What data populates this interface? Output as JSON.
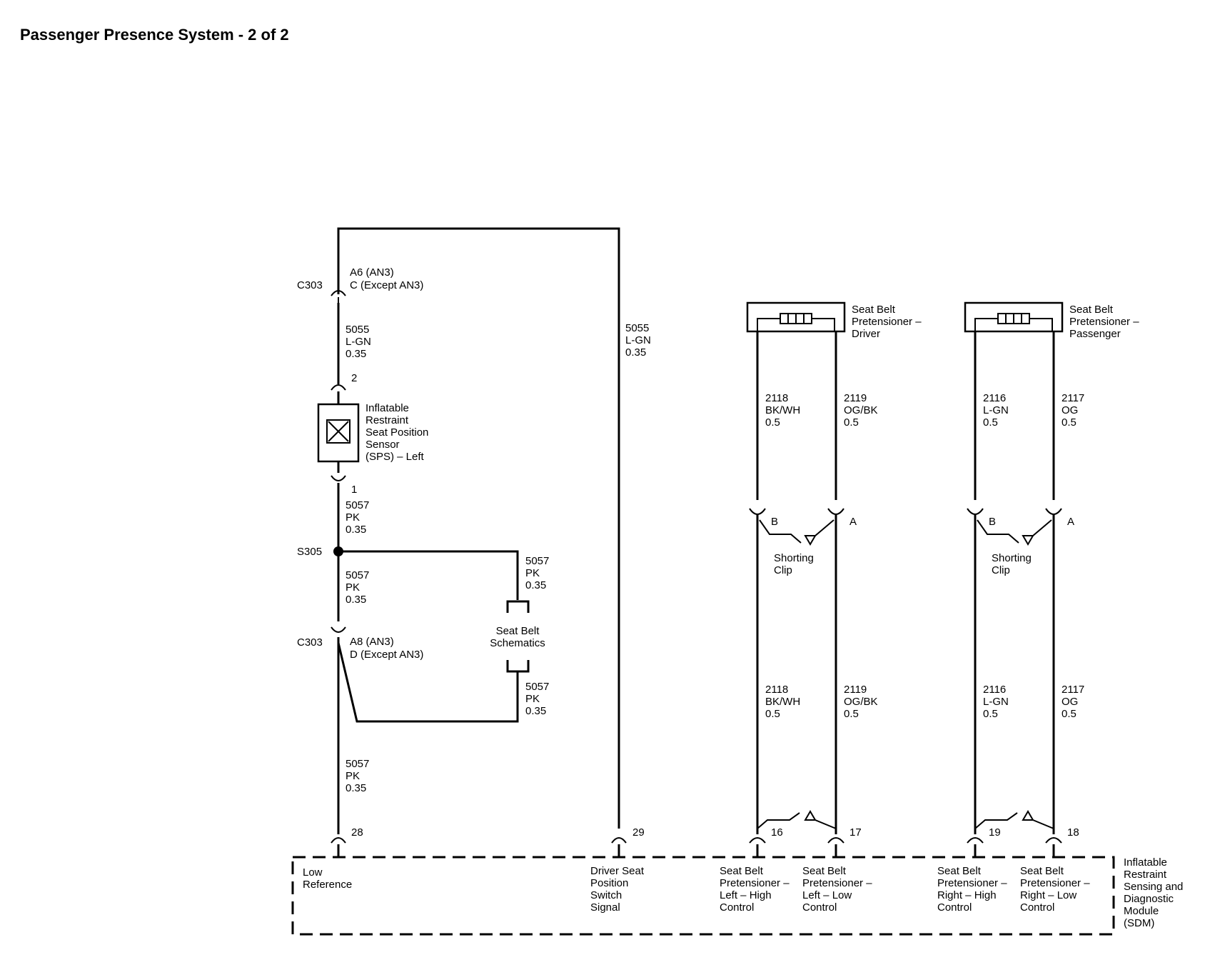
{
  "title": "Passenger Presence System - 2 of 2",
  "left_circuit": {
    "c303_top": {
      "connector": "C303",
      "pin_line1": "A6 (AN3)",
      "pin_line2": "C (Except AN3)"
    },
    "wire_5055_a": {
      "circuit": "5055",
      "color": "L-GN",
      "gauge": "0.35"
    },
    "sensor_pin_top": "2",
    "sensor_pin_bottom": "1",
    "sensor_label": [
      "Inflatable",
      "Restraint",
      "Seat Position",
      "Sensor",
      "(SPS) – Left"
    ],
    "wire_5057_a": {
      "circuit": "5057",
      "color": "PK",
      "gauge": "0.35"
    },
    "splice": "S305",
    "wire_5057_b": {
      "circuit": "5057",
      "color": "PK",
      "gauge": "0.35"
    },
    "c303_bottom": {
      "connector": "C303",
      "pin_line1": "A8 (AN3)",
      "pin_line2": "D (Except AN3)"
    },
    "wire_5057_c": {
      "circuit": "5057",
      "color": "PK",
      "gauge": "0.35"
    },
    "wire_5057_d": {
      "circuit": "5057",
      "color": "PK",
      "gauge": "0.35"
    },
    "wire_5057_e": {
      "circuit": "5057",
      "color": "PK",
      "gauge": "0.35"
    },
    "schematics_ref": [
      "Seat Belt",
      "Schematics"
    ],
    "sdm_pin": "28"
  },
  "middle_circuit": {
    "wire_5055_b": {
      "circuit": "5055",
      "color": "L-GN",
      "gauge": "0.35"
    },
    "sdm_pin": "29"
  },
  "driver_pretensioner": {
    "label": [
      "Seat Belt",
      "Pretensioner –",
      "Driver"
    ],
    "wire_left_top": {
      "circuit": "2118",
      "color": "BK/WH",
      "gauge": "0.5"
    },
    "wire_right_top": {
      "circuit": "2119",
      "color": "OG/BK",
      "gauge": "0.5"
    },
    "pin_b": "B",
    "pin_a": "A",
    "shorting_clip": [
      "Shorting",
      "Clip"
    ],
    "wire_left_bottom": {
      "circuit": "2118",
      "color": "BK/WH",
      "gauge": "0.5"
    },
    "wire_right_bottom": {
      "circuit": "2119",
      "color": "OG/BK",
      "gauge": "0.5"
    },
    "sdm_pin_left": "16",
    "sdm_pin_right": "17"
  },
  "passenger_pretensioner": {
    "label": [
      "Seat Belt",
      "Pretensioner –",
      "Passenger"
    ],
    "wire_left_top": {
      "circuit": "2116",
      "color": "L-GN",
      "gauge": "0.5"
    },
    "wire_right_top": {
      "circuit": "2117",
      "color": "OG",
      "gauge": "0.5"
    },
    "pin_b": "B",
    "pin_a": "A",
    "shorting_clip": [
      "Shorting",
      "Clip"
    ],
    "wire_left_bottom": {
      "circuit": "2116",
      "color": "L-GN",
      "gauge": "0.5"
    },
    "wire_right_bottom": {
      "circuit": "2117",
      "color": "OG",
      "gauge": "0.5"
    },
    "sdm_pin_left": "19",
    "sdm_pin_right": "18"
  },
  "sdm": {
    "name": [
      "Inflatable",
      "Restraint",
      "Sensing and",
      "Diagnostic",
      "Module",
      "(SDM)"
    ],
    "terminal_low_ref": [
      "Low",
      "Reference"
    ],
    "terminal_driver_seat": [
      "Driver Seat",
      "Position",
      "Switch",
      "Signal"
    ],
    "terminal_left_high": [
      "Seat Belt",
      "Pretensioner –",
      "Left – High",
      "Control"
    ],
    "terminal_left_low": [
      "Seat Belt",
      "Pretensioner –",
      "Left – Low",
      "Control"
    ],
    "terminal_right_high": [
      "Seat Belt",
      "Pretensioner –",
      "Right – High",
      "Control"
    ],
    "terminal_right_low": [
      "Seat Belt",
      "Pretensioner –",
      "Right – Low",
      "Control"
    ]
  }
}
